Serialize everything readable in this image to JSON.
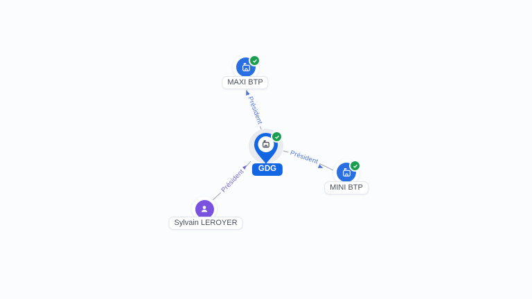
{
  "app": {
    "view": "company-network-graph",
    "background": "#fbfcfe"
  },
  "graph": {
    "nodes": [
      {
        "id": "maxi-btp",
        "label": "MAXI BTP",
        "type": "company",
        "verified": true,
        "icon": "building-icon",
        "color": "#2a6fe2"
      },
      {
        "id": "gdg",
        "label": "GDG",
        "type": "company-focus",
        "verified": true,
        "icon": "building-icon",
        "color": "#1266e3"
      },
      {
        "id": "mini-btp",
        "label": "MINI BTP",
        "type": "company",
        "verified": true,
        "icon": "building-icon",
        "color": "#2a6fe2"
      },
      {
        "id": "sylvain-leroyer",
        "label": "Sylvain LEROYER",
        "type": "person",
        "verified": false,
        "icon": "person-icon",
        "color": "#7a52e0"
      }
    ],
    "edges": [
      {
        "from": "gdg",
        "to": "maxi-btp",
        "label": "Président",
        "color": "#4d72d8"
      },
      {
        "from": "gdg",
        "to": "mini-btp",
        "label": "Président",
        "color": "#4d72d8"
      },
      {
        "from": "sylvain-leroyer",
        "to": "gdg",
        "label": "Président",
        "color": "#7566cb"
      }
    ],
    "badge": {
      "meaning": "verified-check",
      "color": "#189e4e"
    }
  }
}
